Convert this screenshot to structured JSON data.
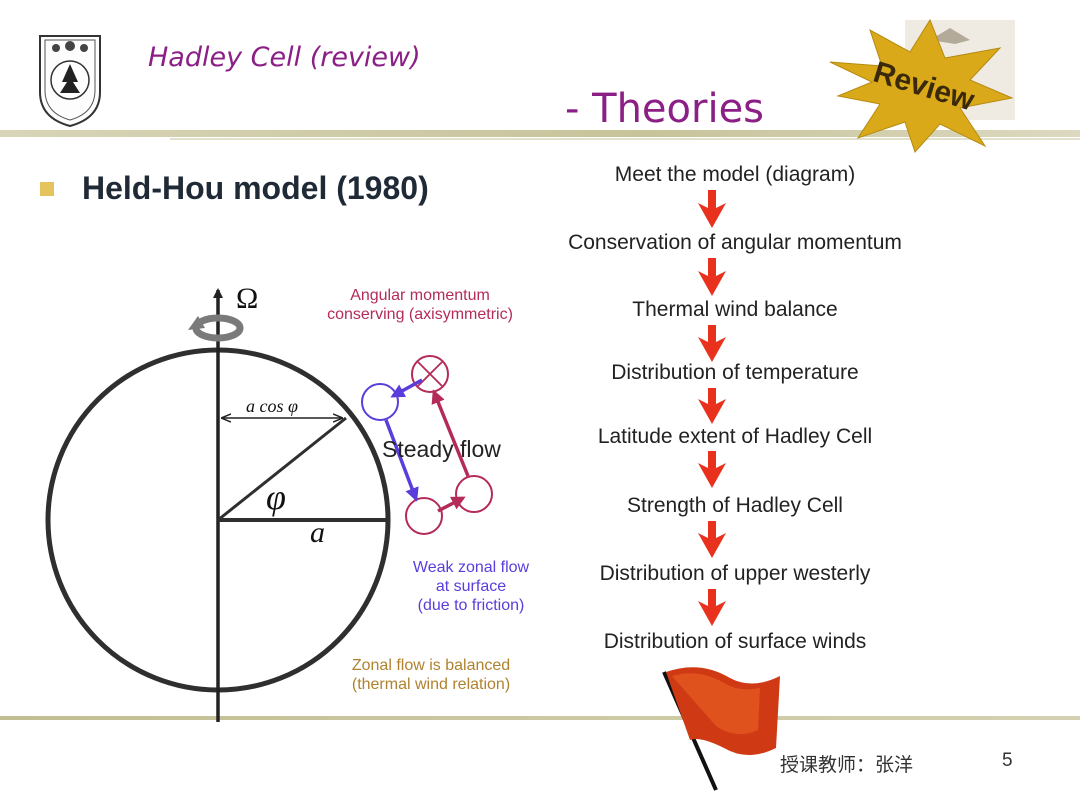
{
  "header": {
    "title": "Hadley Cell (review)",
    "subtitle": "- Theories",
    "badge": "Review"
  },
  "main": {
    "bullet_title": "Held-Hou model (1980)"
  },
  "diagram": {
    "omega_label": "Ω",
    "a_cos_phi_label": "a cos φ",
    "phi_label": "φ",
    "a_label": "a",
    "steady_flow_label": "Steady flow",
    "note_angular": [
      "Angular momentum",
      "conserving (axisymmetric)"
    ],
    "note_weak": [
      "Weak zonal flow",
      "at surface",
      "(due to friction)"
    ],
    "note_zonal": [
      "Zonal flow is balanced",
      "(thermal wind relation)"
    ]
  },
  "flowchart": {
    "steps": [
      "Meet the model (diagram)",
      "Conservation of angular momentum",
      "Thermal wind balance",
      "Distribution of temperature",
      "Latitude extent of Hadley Cell",
      "Strength of Hadley Cell",
      "Distribution of upper westerly",
      "Distribution of surface winds"
    ]
  },
  "footer": {
    "instructor": "授课教师：张洋",
    "page_number": "5"
  },
  "colors": {
    "title_purple": "#8b1f86",
    "arrow_red": "#e8321e",
    "flow_crimson": "#b42b5a",
    "flow_blue": "#5b3ddb",
    "note_brown": "#b0822e",
    "line_olive": "#c8c49a",
    "badge_gold": "#d9a91a"
  }
}
